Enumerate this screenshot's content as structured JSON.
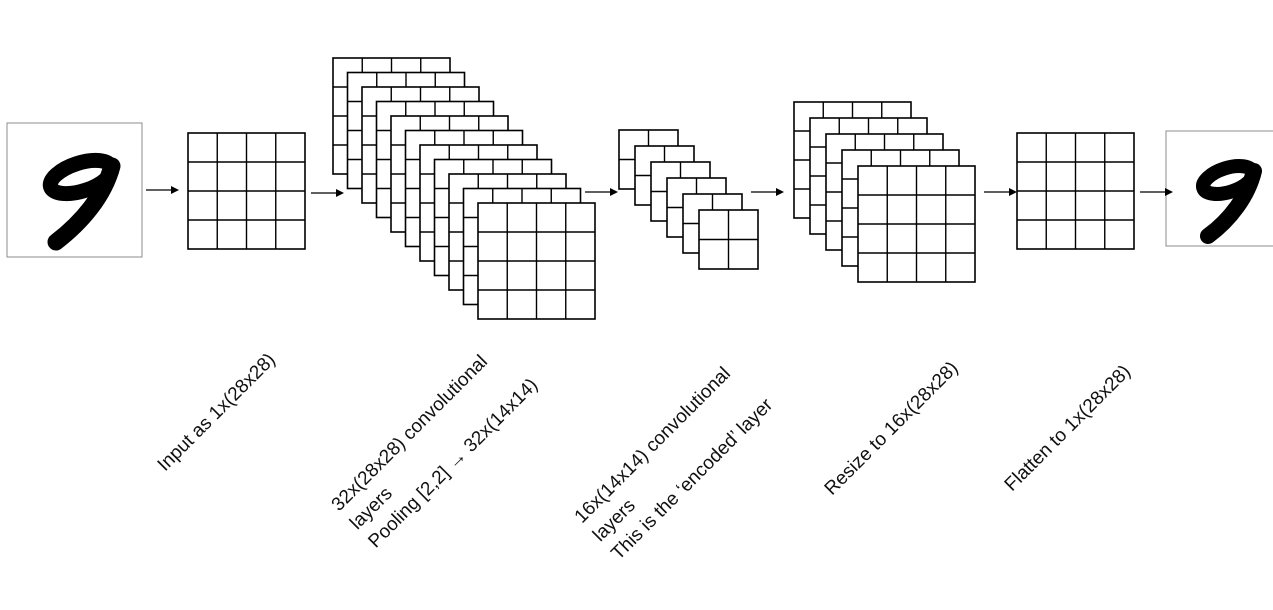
{
  "stages": [
    {
      "id": "input",
      "label_lines": [
        "Input as 1x(28x28)"
      ]
    },
    {
      "id": "conv32",
      "label_lines": [
        "32x(28x28) convolutional",
        "layers",
        "Pooling [2,2] → 32x(14x14)"
      ]
    },
    {
      "id": "conv16",
      "label_lines": [
        "16x(14x14) convolutional",
        "layers",
        "This is the ‘encoded’ layer"
      ]
    },
    {
      "id": "resize",
      "label_lines": [
        "Resize to 16x(28x28)"
      ]
    },
    {
      "id": "flatten",
      "label_lines": [
        "Flatten to 1x(28x28)"
      ]
    }
  ],
  "images": [
    {
      "id": "input-image",
      "icon": "handwritten-digit-9"
    },
    {
      "id": "output-image",
      "icon": "handwritten-digit-9"
    }
  ],
  "colors": {
    "line": "#000000",
    "text": "#111111",
    "background": "#ffffff",
    "image-border": "#8c8c8c"
  }
}
